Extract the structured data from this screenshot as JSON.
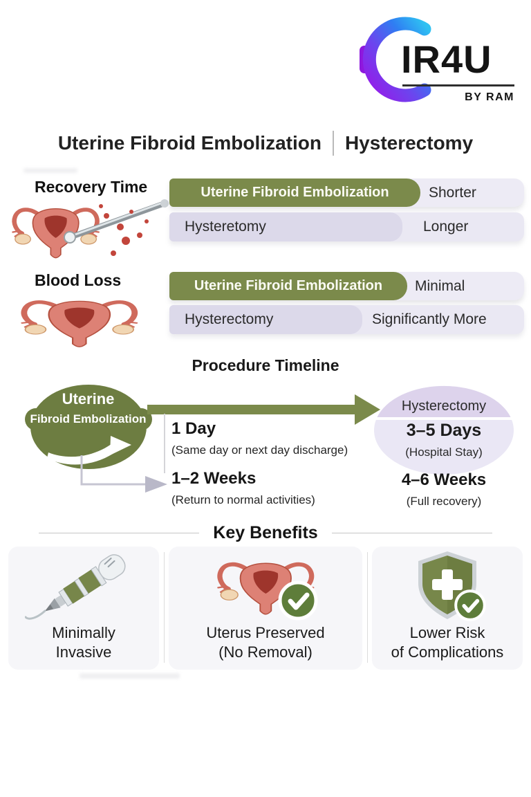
{
  "logo": {
    "icon": "c-arc-gradient-icon",
    "text": "IR4U",
    "byline": "BY RAM"
  },
  "title": {
    "left": "Uterine Fibroid Embolization",
    "right": "Hysterectomy"
  },
  "comparisons": [
    {
      "label": "Recovery Time",
      "illustration": "uterus-catheter-icon",
      "rows": [
        {
          "name": "Uterine Fibroid Embolization",
          "value": "Shorter",
          "highlight": true
        },
        {
          "name": "Hysteretomy",
          "value": "Longer",
          "highlight": false
        }
      ]
    },
    {
      "label": "Blood Loss",
      "illustration": "uterus-icon",
      "rows": [
        {
          "name": "Uterine Fibroid Embolization",
          "value": "Minimal",
          "highlight": true
        },
        {
          "name": "Hysterectomy",
          "value": "Significantly More",
          "highlight": false
        }
      ]
    }
  ],
  "timeline": {
    "heading": "Procedure Timeline",
    "ufe": {
      "line1": "Uterine",
      "line2": "Fibroid Embolization",
      "icon": "swoosh-arrow-icon",
      "stage1": {
        "value": "1 Day",
        "caption": "(Same day or next day discharge)"
      },
      "stage2": {
        "value": "1–2 Weeks",
        "caption": "(Return to normal activities)"
      }
    },
    "hysterectomy": {
      "title": "Hysterectomy",
      "stage1": {
        "value": "3–5 Days",
        "caption": "(Hospital Stay)"
      },
      "stage2": {
        "value": "4–6 Weeks",
        "caption": "(Full recovery)"
      }
    }
  },
  "benefits": {
    "heading": "Key Benefits",
    "items": [
      {
        "icon": "catheter-device-icon",
        "line1": "Minimally",
        "line2": "Invasive"
      },
      {
        "icon": "uterus-check-icon",
        "line1": "Uterus Preserved",
        "line2": "(No Removal)"
      },
      {
        "icon": "shield-check-icon",
        "line1": "Lower Risk",
        "line2": "of Complications"
      }
    ]
  },
  "colors": {
    "olive_bar": "#7b8a4b",
    "olive_dark": "#6d7d41",
    "check_green": "#5e7d3a",
    "lavender_track": "#eae8f3",
    "lavender_pill": "#dcd9ea",
    "logo_gradient_start": "#9b16e8",
    "logo_gradient_end": "#2fc1f2",
    "text_dark": "#1c1c1c"
  }
}
